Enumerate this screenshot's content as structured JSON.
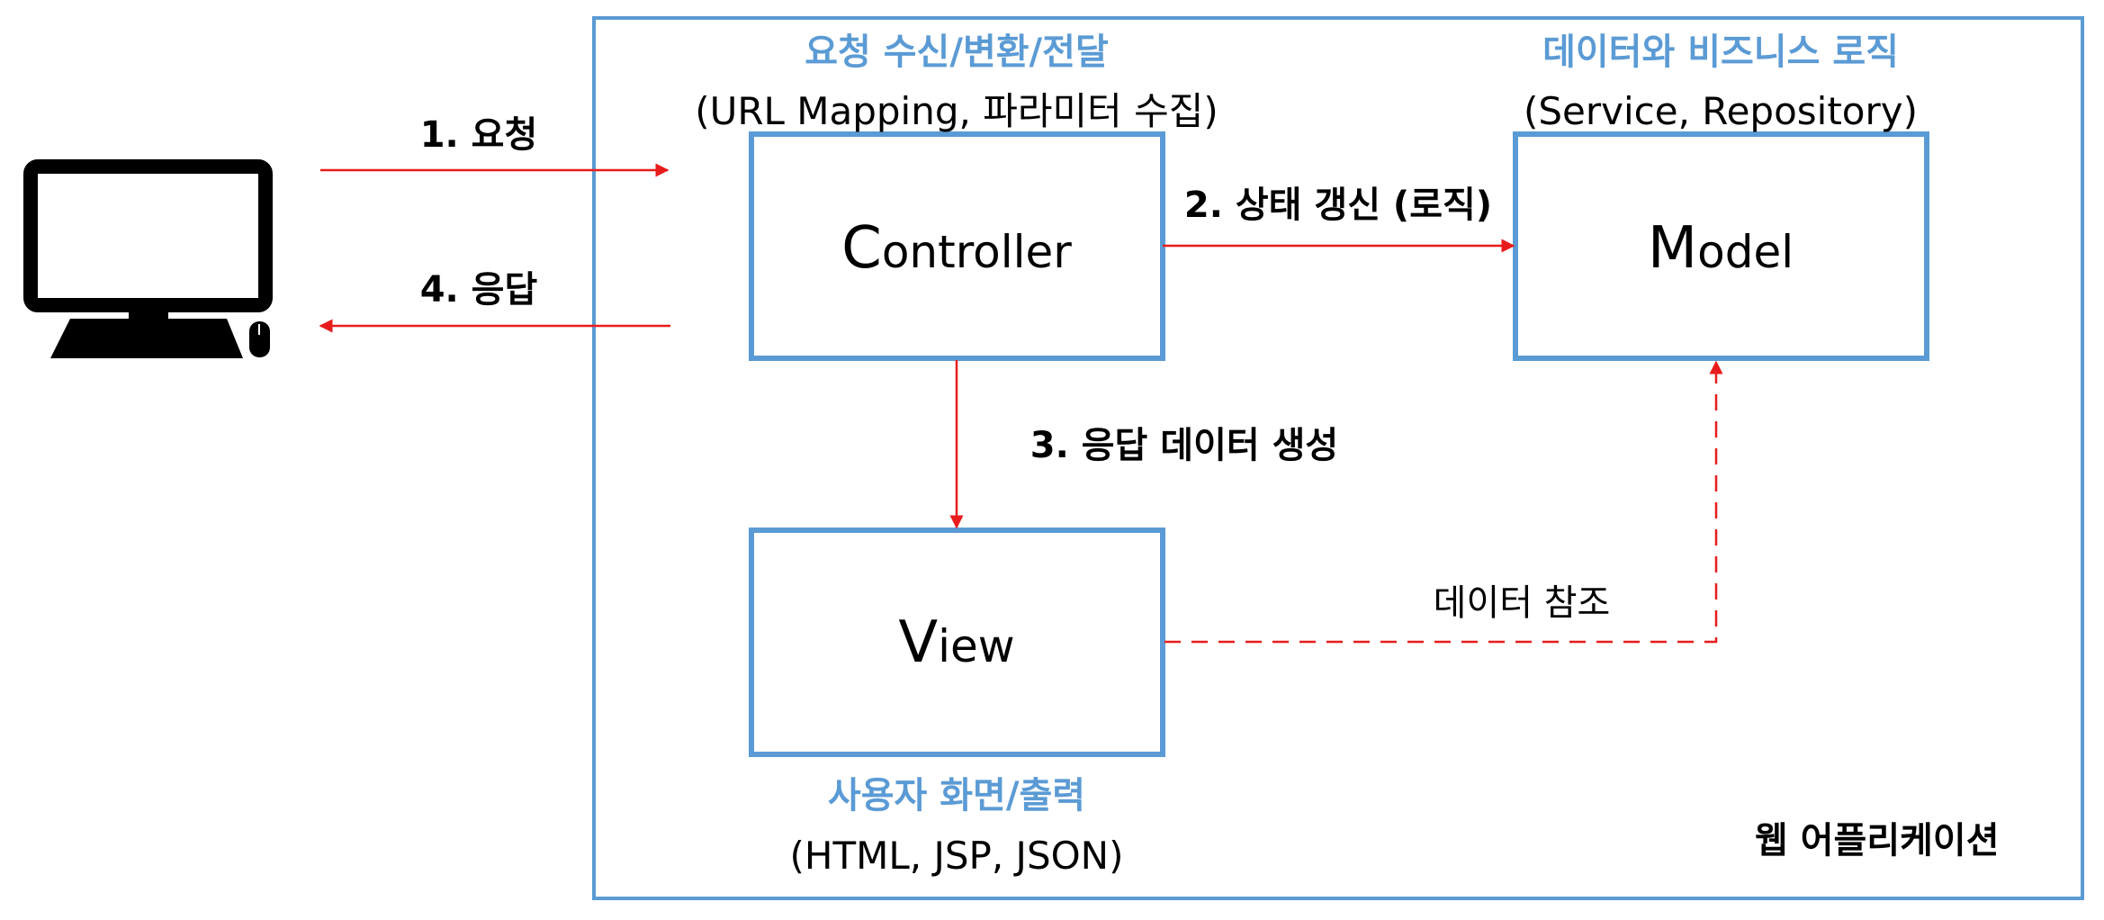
{
  "colors": {
    "box_border": "#5b9bd5",
    "heading_accent": "#5b9bd5",
    "arrow": "#e81c1c",
    "monitor": "#000000"
  },
  "client": {
    "icon": "desktop-computer-icon"
  },
  "web_app": {
    "label": "웹 어플리케이션"
  },
  "controller": {
    "heading": "요청 수신/변환/전달",
    "detail": "(URL Mapping, 파라미터 수집)",
    "initial": "C",
    "rest": "ontroller"
  },
  "model": {
    "heading": "데이터와 비즈니스 로직",
    "detail": "(Service, Repository)",
    "initial": "M",
    "rest": "odel"
  },
  "view": {
    "heading": "사용자 화면/출력",
    "detail": "(HTML, JSP, JSON)",
    "initial": "V",
    "rest": "iew"
  },
  "edges": {
    "request": "1. 요청",
    "update_state": "2. 상태 갱신 (로직)",
    "create_response_data": "3. 응답 데이터 생성",
    "response": "4. 응답",
    "data_reference": "데이터 참조"
  }
}
